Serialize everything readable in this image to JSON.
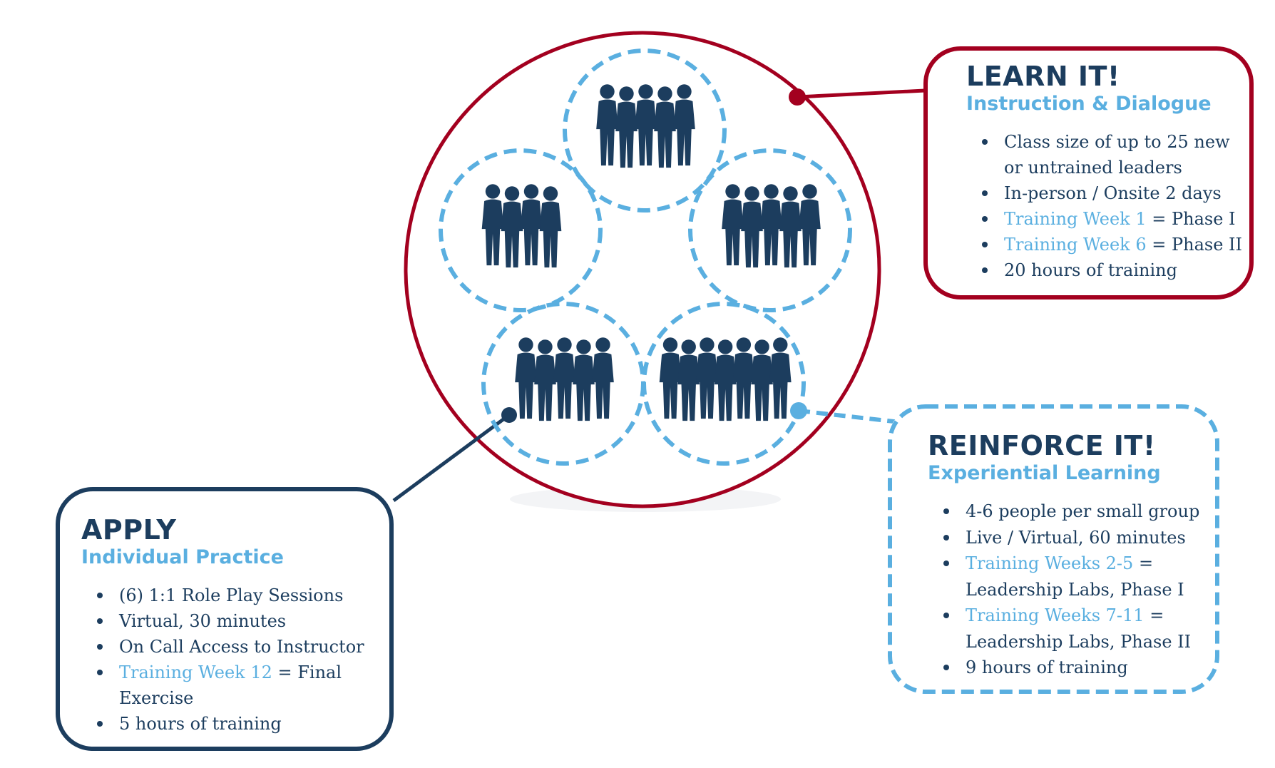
{
  "colors": {
    "navy": "#1c3d5e",
    "crimson": "#a3001f",
    "sky_blue": "#5aafe0",
    "background": "#ffffff"
  },
  "center_graphic": {
    "outer_ring_label": "training-program-circle",
    "groups": [
      {
        "name": "group-top",
        "people": 5
      },
      {
        "name": "group-left",
        "people": 4
      },
      {
        "name": "group-right",
        "people": 5
      },
      {
        "name": "group-bottom-left",
        "people": 5
      },
      {
        "name": "group-bottom-right",
        "people": 7
      }
    ]
  },
  "learn": {
    "title": "LEARN IT!",
    "subtitle": "Instruction & Dialogue",
    "items": [
      {
        "highlight": "",
        "text": "Class size of up to 25 new or untrained leaders"
      },
      {
        "highlight": "",
        "text": "In-person / Onsite 2 days"
      },
      {
        "highlight": "Training Week 1",
        "text": " = Phase I"
      },
      {
        "highlight": "Training Week 6",
        "text": " = Phase II"
      },
      {
        "highlight": "",
        "text": "20 hours of training"
      }
    ]
  },
  "reinforce": {
    "title": "REINFORCE IT!",
    "subtitle": "Experiential Learning",
    "items": [
      {
        "highlight": "",
        "text": "4-6 people per small group"
      },
      {
        "highlight": "",
        "text": "Live / Virtual, 60 minutes"
      },
      {
        "highlight": "Training Weeks 2-5",
        "text": " = Leadership Labs, Phase I"
      },
      {
        "highlight": "Training Weeks 7-11",
        "text": " = Leadership Labs, Phase II"
      },
      {
        "highlight": "",
        "text": "9 hours of training"
      }
    ]
  },
  "apply": {
    "title": "APPLY",
    "subtitle": "Individual Practice",
    "items": [
      {
        "highlight": "",
        "text": "(6) 1:1 Role Play Sessions"
      },
      {
        "highlight": "",
        "text": "Virtual, 30 minutes"
      },
      {
        "highlight": "",
        "text": "On Call Access to Instructor"
      },
      {
        "highlight": "Training Week 12",
        "text": " = Final Exercise"
      },
      {
        "highlight": "",
        "text": "5 hours of training"
      }
    ]
  }
}
